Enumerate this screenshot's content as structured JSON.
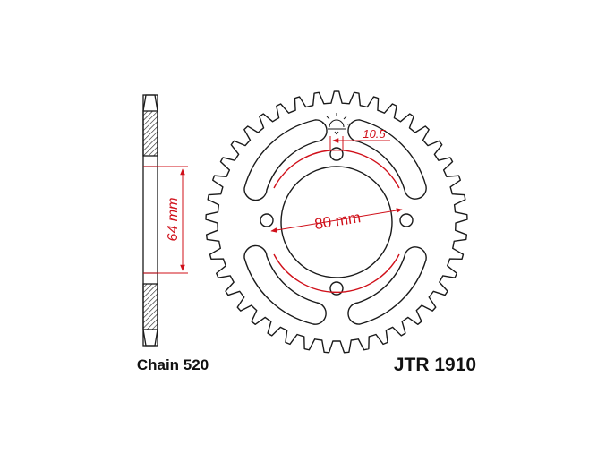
{
  "drawing": {
    "side_dimension": "64 mm",
    "pcd_dimension": "80 mm",
    "hole_dimension": "10.5",
    "chain_label": "Chain 520",
    "part_number": "JTR 1910",
    "teeth_count": 41,
    "mounting_holes": 4,
    "colors": {
      "outline": "#1a1a1a",
      "dimension": "#d0101a"
    }
  }
}
